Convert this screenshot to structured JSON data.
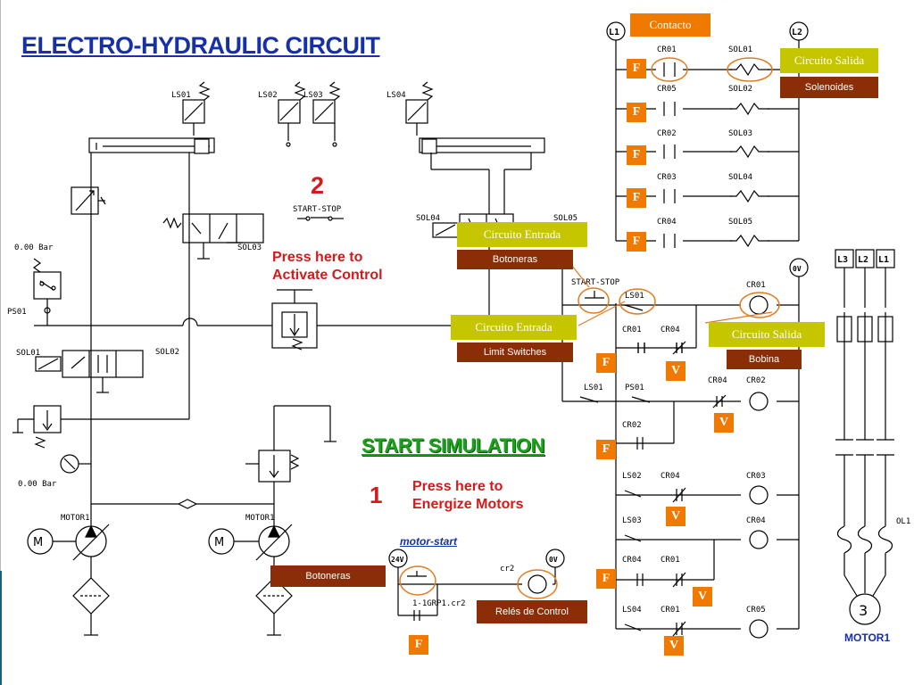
{
  "title": "ELECTRO-HYDRAULIC CIRCUIT",
  "controls": {
    "step2_number": "2",
    "step2_switch": "START-STOP",
    "step2_text_line1": "Press here to",
    "step2_text_line2": "Activate Control",
    "start_simulation": "START SIMULATION",
    "step1_number": "1",
    "step1_text_line1": "Press here to",
    "step1_text_line2": "Energize Motors",
    "motor_start": "motor-start",
    "motor1_label": "MOTOR1"
  },
  "annotations": {
    "contacto": "Contacto",
    "circuito_salida_1": "Circuito Salida",
    "solenoides": "Solenoides",
    "circuito_entrada_1": "Circuito Entrada",
    "botoneras_1": "Botoneras",
    "circuito_entrada_2": "Circuito Entrada",
    "limit_switches": "Limit Switches",
    "circuito_salida_2": "Circuito Salida",
    "bobina": "Bobina",
    "botoneras_2": "Botoneras",
    "reles_control": "Relés de Control"
  },
  "tags": {
    "f": "F",
    "v": "V"
  },
  "hydraulic_labels": {
    "ls01": "LS01",
    "ls02": "LS02",
    "ls03": "LS03",
    "ls04": "LS04",
    "sol01": "SOL01",
    "sol02": "SOL02",
    "sol03": "SOL03",
    "sol04": "SOL04",
    "sol05": "SOL05",
    "bar1": "0.00 Bar",
    "bar2": "0.00 Bar",
    "ps01": "PS01",
    "motor1a": "MOTOR1",
    "motor1b": "MOTOR1"
  },
  "ladder_top": {
    "l1": "L1",
    "l2": "L2",
    "rungs": [
      {
        "contact": "CR01",
        "coil": "SOL01"
      },
      {
        "contact": "CR05",
        "coil": "SOL02"
      },
      {
        "contact": "CR02",
        "coil": "SOL03"
      },
      {
        "contact": "CR03",
        "coil": "SOL04"
      },
      {
        "contact": "CR04",
        "coil": "SOL05"
      }
    ]
  },
  "ladder_bottom": {
    "supply": "0V",
    "start_stop": "START-STOP",
    "labels": {
      "ls01_a": "LS01",
      "cr01_coil": "CR01",
      "cr01_a": "CR01",
      "cr04_a": "CR04",
      "ls01_b": "LS01",
      "ps01": "PS01",
      "cr04_b": "CR04",
      "cr02_coil": "CR02",
      "cr02_a": "CR02",
      "ls02": "LS02",
      "cr04_c": "CR04",
      "cr03_coil": "CR03",
      "ls03": "LS03",
      "cr04_coil": "CR04",
      "cr04_d": "CR04",
      "cr01_b": "CR01",
      "ls04": "LS04",
      "cr01_c": "CR01",
      "cr05_coil": "CR05"
    }
  },
  "motor_start_circuit": {
    "v24": "24V",
    "v0": "0V",
    "cr2": "cr2",
    "contact": "1-1GRP1.cr2"
  },
  "power": {
    "l3": "L3",
    "l2": "L2",
    "l1": "L1",
    "ol1": "OL1"
  }
}
